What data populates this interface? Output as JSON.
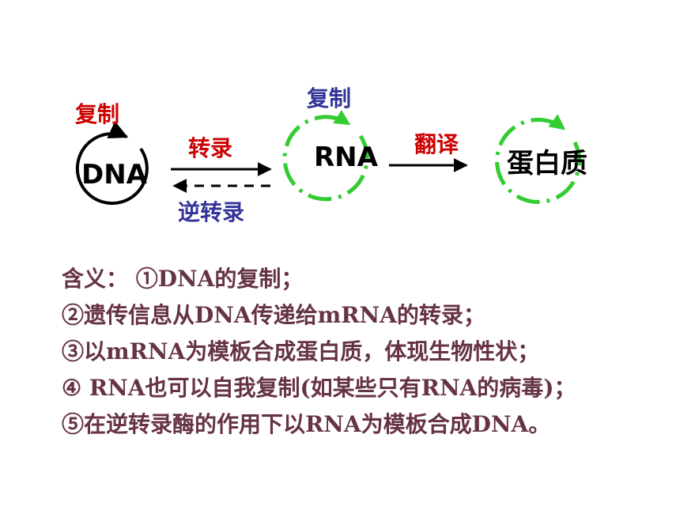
{
  "diagram": {
    "nodes": {
      "dna": "DNA",
      "rna": "RNA",
      "protein": "蛋白质"
    },
    "processes": {
      "dna_replication": "复制",
      "transcription": "转录",
      "reverse_transcription": "逆转录",
      "rna_replication": "复制",
      "translation": "翻译"
    },
    "colors": {
      "red": "#cc0000",
      "blue": "#333399",
      "green": "#33cc33",
      "black": "#000000"
    }
  },
  "explanation": {
    "lines": [
      "含义： ①DNA的复制；",
      "②遗传信息从DNA传递给mRNA的转录；",
      "③以mRNA为模板合成蛋白质，体现生物性状；",
      "④ RNA也可以自我复制(如某些只有RNA的病毒)；",
      "⑤在逆转录酶的作用下以RNA为模板合成DNA。"
    ]
  }
}
